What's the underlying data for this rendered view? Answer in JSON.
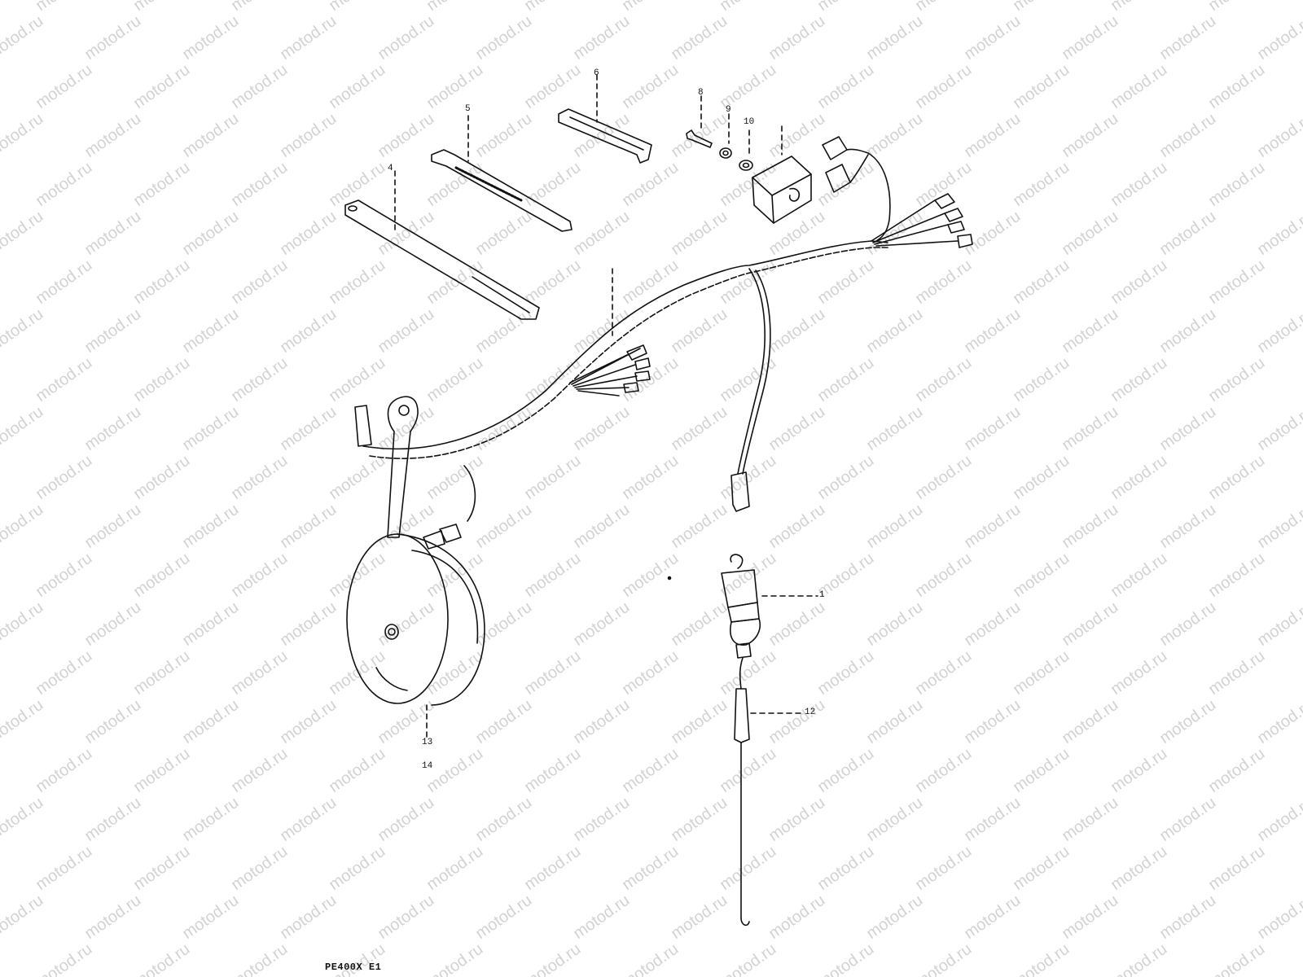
{
  "watermark": "motod.ru",
  "caption": "PE400X E1",
  "callouts": {
    "c4": "4",
    "c5": "5",
    "c6": "6",
    "c8": "8",
    "c9": "9",
    "c10": "10",
    "c1": "1",
    "c12": "12",
    "c13": "13",
    "c14": "14"
  },
  "icons": [
    "horn-icon",
    "relay-icon",
    "bulb-socket-icon",
    "wire-harness-icon",
    "cable-clamp-icon"
  ]
}
